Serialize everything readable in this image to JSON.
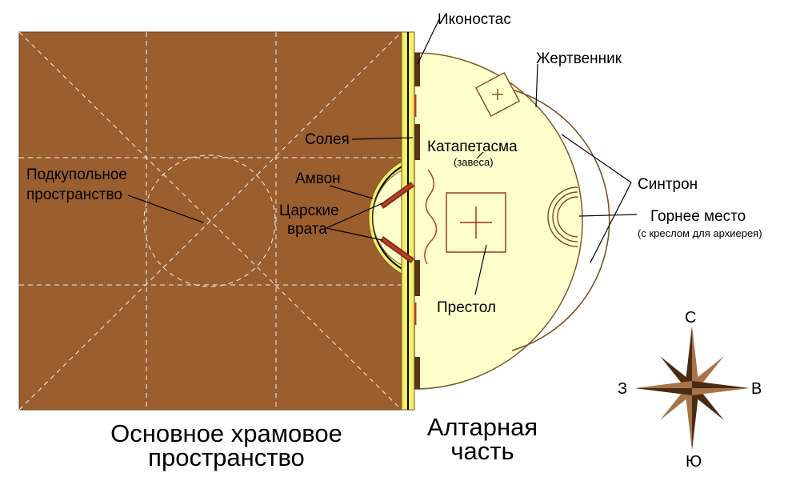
{
  "labels": {
    "iconostas": "Иконостас",
    "zhertvennik": "Жертвенник",
    "soleya": "Солея",
    "katapetasma": "Катапетасма",
    "katapetasma_note": "(завеса)",
    "sintron": "Синтрон",
    "podkupolnoe_1": "Подкупольное",
    "podkupolnoe_2": "пространство",
    "ambon": "Амвон",
    "gornee_mesto": "Горнее место",
    "gornee_note": "(с креслом для архиерея)",
    "tsarskie_1": "Царские",
    "tsarskie_2": "врата",
    "prestol": "Престол",
    "main_space_1": "Основное храмовое",
    "main_space_2": "пространство",
    "altar_1": "Алтарная",
    "altar_2": "часть"
  },
  "compass": {
    "north": "С",
    "south": "Ю",
    "east": "В",
    "west": "З"
  },
  "colors": {
    "nave_fill": "#9b5e2e",
    "altar_fill": "#ffffcc",
    "iconostasis_frame": "#f3f06a",
    "wall_dark": "#5a3416",
    "accent_red": "#b8412a",
    "compass_dark": "#4a2b12",
    "compass_light": "#a7744a"
  }
}
